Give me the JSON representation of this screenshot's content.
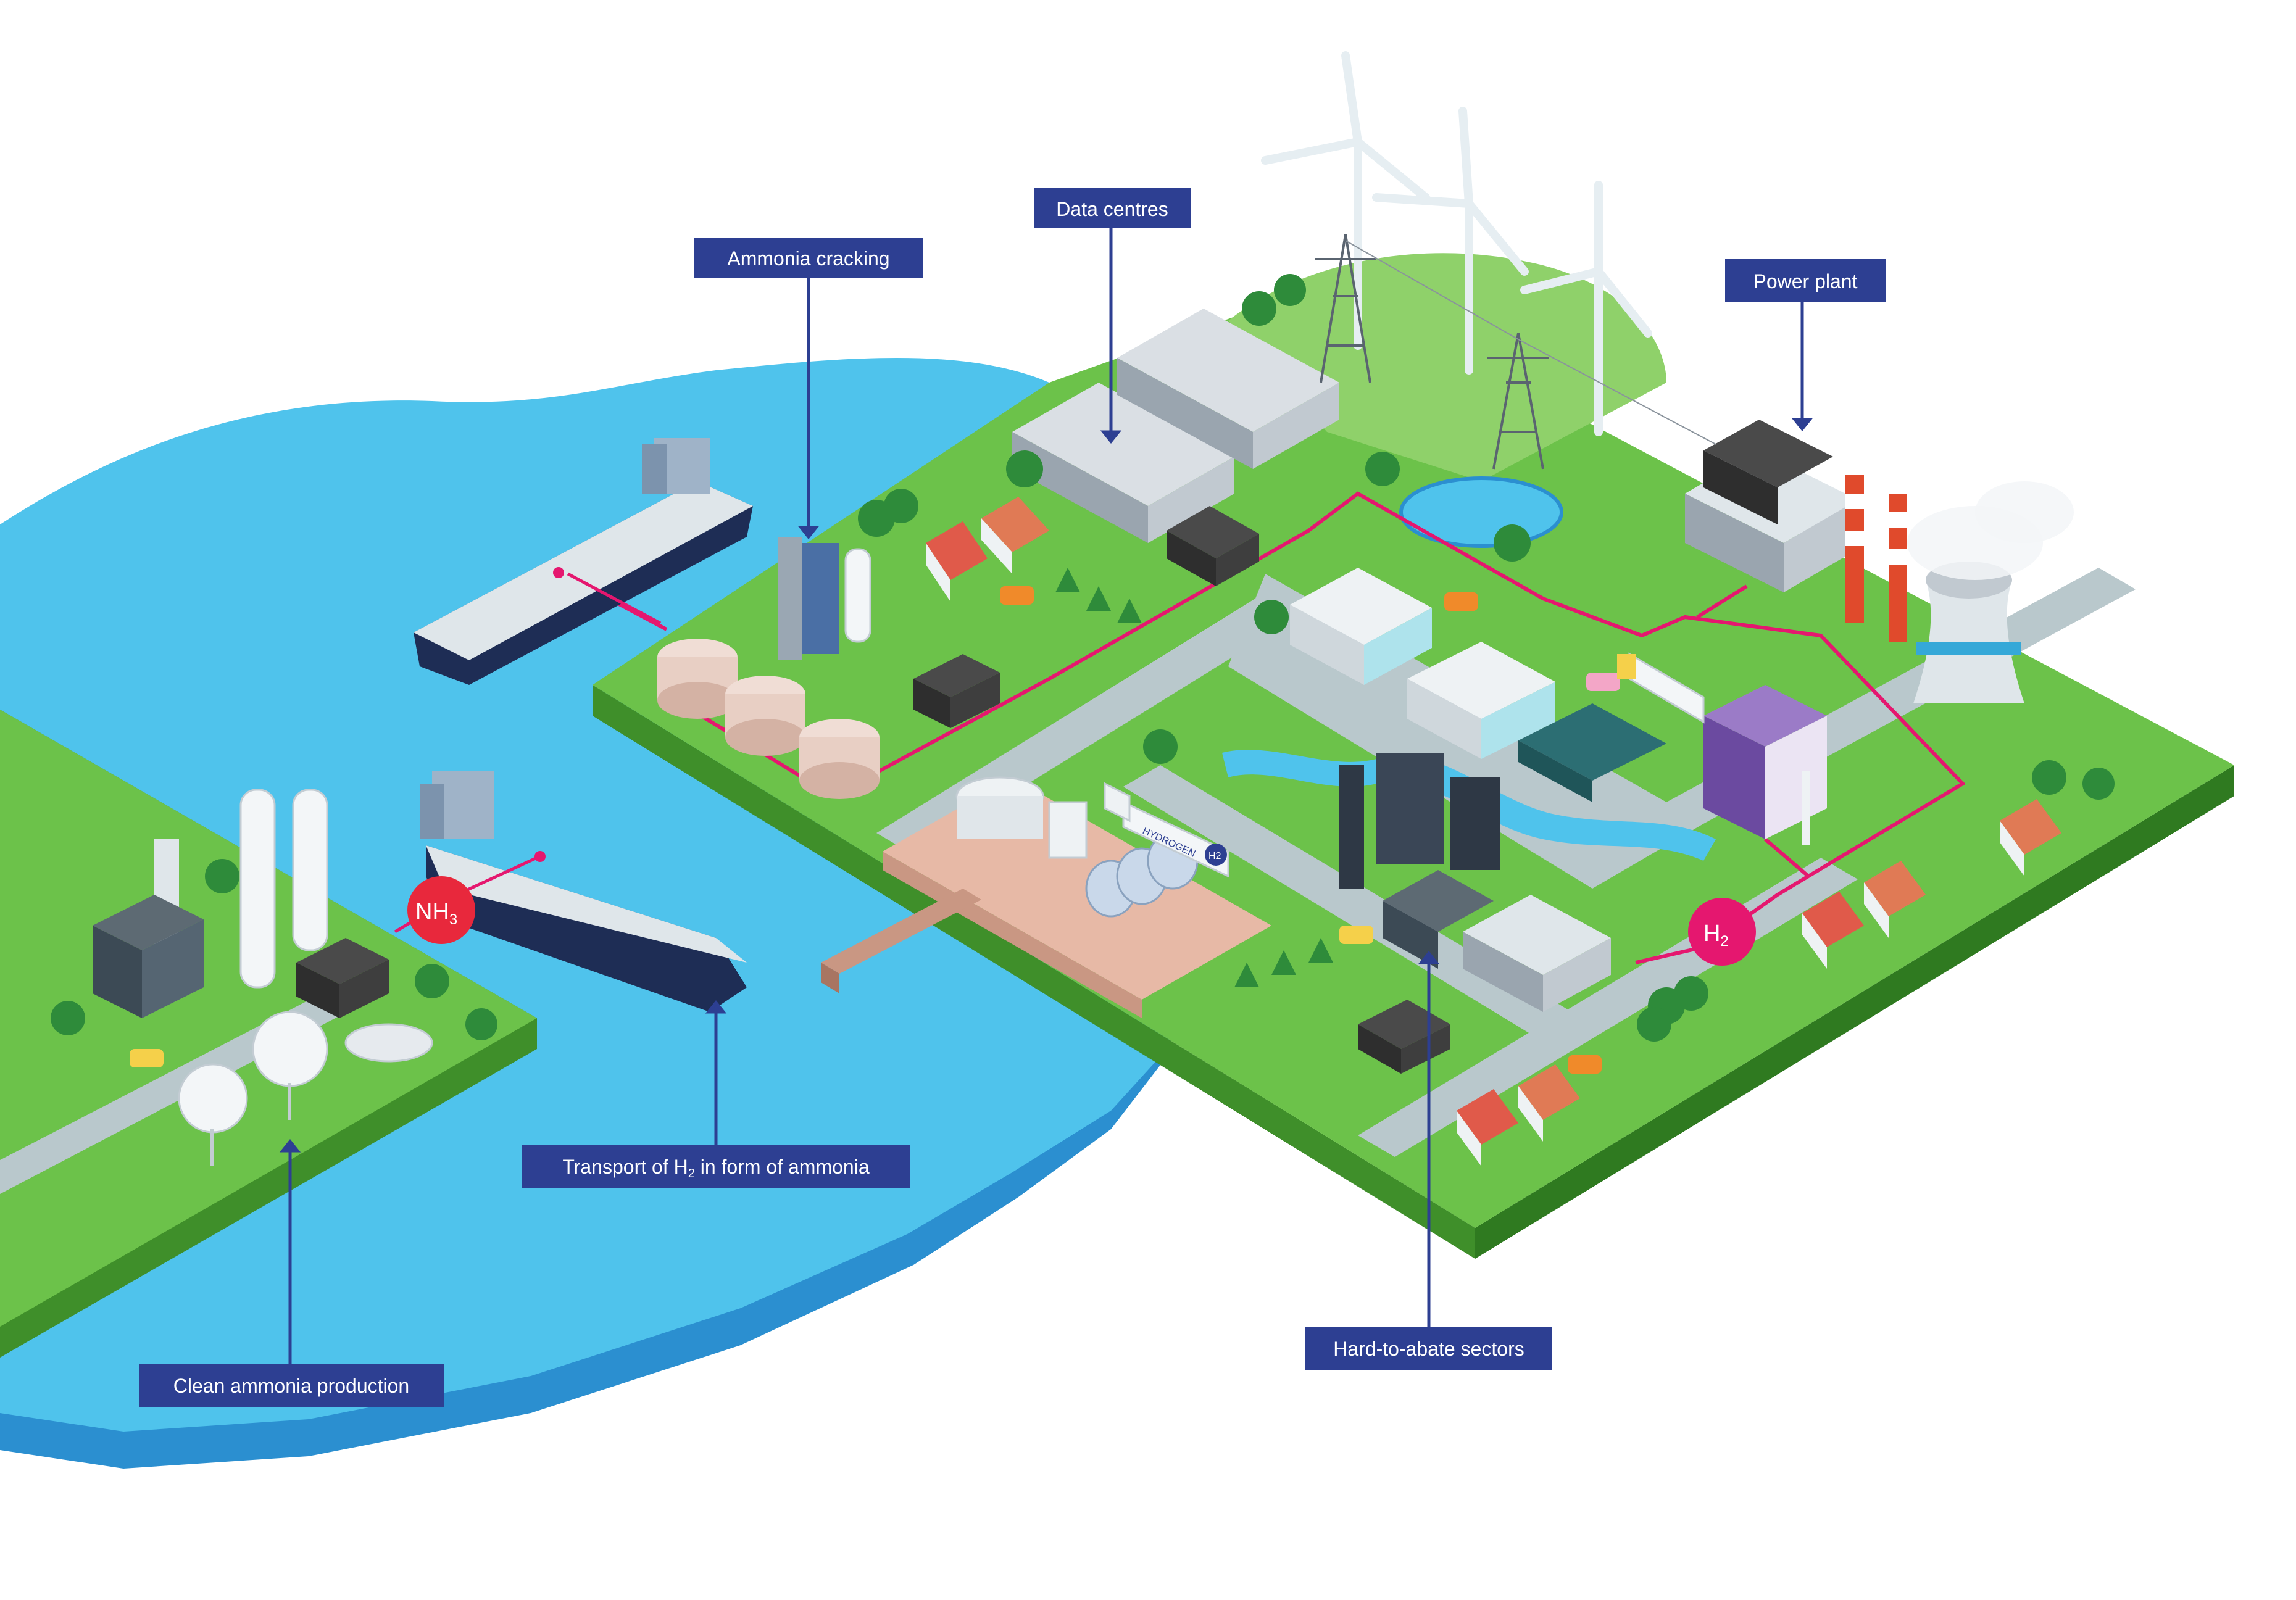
{
  "colors": {
    "water": "#4fc3ec",
    "water_edge": "#2b8fd0",
    "grass": "#6cc24a",
    "grass_light": "#8fd16a",
    "ground_side": "#3f8f2a",
    "road": "#b9c8cc",
    "callout_bg": "#2d3f92",
    "connector_line": "#2d3f92",
    "pipeline": "#e5176f",
    "badge": "#e5176f",
    "badge_nh3": "#e8283c"
  },
  "callouts": {
    "ammonia_cracking": "Ammonia cracking",
    "data_centres": "Data centres",
    "power_plant": "Power plant",
    "transport_prefix": "Transport of H",
    "transport_sub": "2",
    "transport_suffix": " in form of ammonia",
    "clean_ammonia": "Clean ammonia production",
    "hard_to_abate": "Hard-to-abate sectors"
  },
  "badges": {
    "nh3_main": "NH",
    "nh3_sub": "3",
    "h2_main": "H",
    "h2_sub": "2"
  },
  "truck_label": "HYDROGEN",
  "truck_badge": "H2",
  "icons": [
    "wind-turbine-icon",
    "pylon-icon",
    "ship-icon",
    "storage-tank-icon",
    "cooling-tower-icon",
    "house-icon",
    "tree-icon",
    "car-icon"
  ]
}
